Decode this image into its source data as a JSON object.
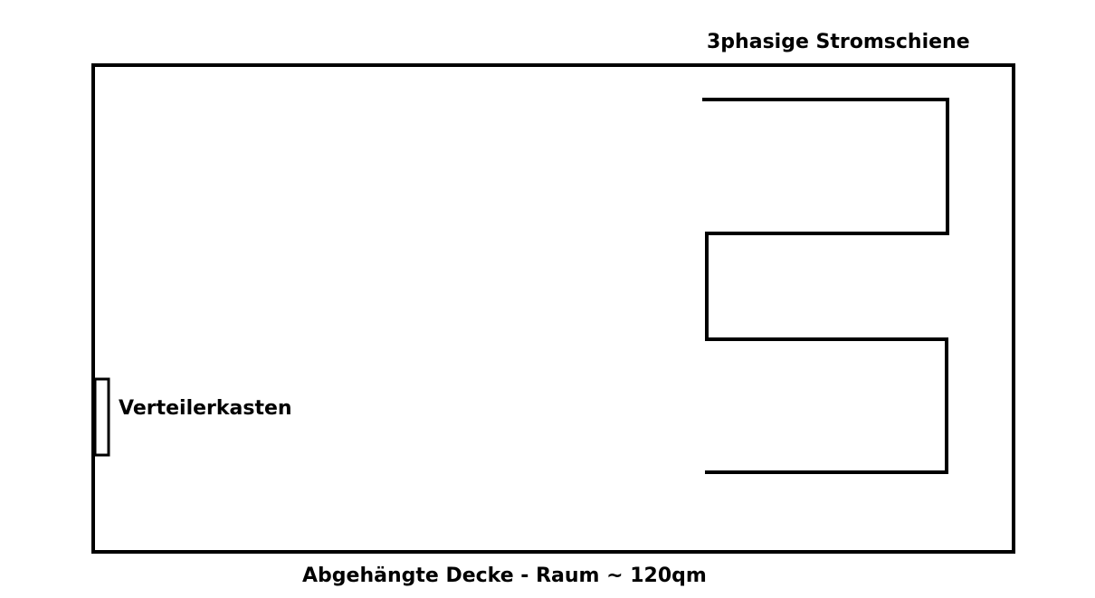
{
  "labels": {
    "track": "3phasige Stromschiene",
    "distribution_box": "Verteilerkasten",
    "caption": "Abgehängte Decke - Raum ~ 120qm"
  },
  "colors": {
    "ink": "#000000",
    "background": "#ffffff"
  }
}
